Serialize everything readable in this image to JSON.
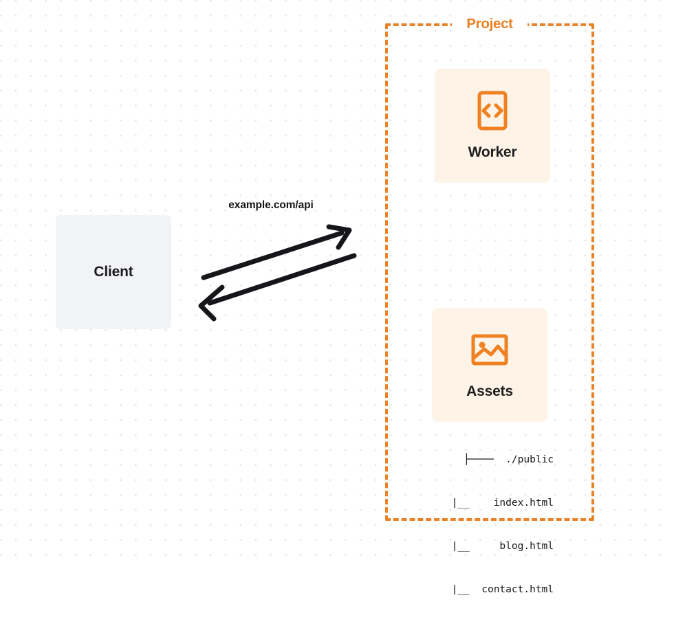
{
  "diagram": {
    "title": "Worker and Assets request flow",
    "background": {
      "style": "dot-grid",
      "dot_color": "#e9e9ec",
      "page_color": "#ffffff"
    },
    "colors": {
      "accent_orange": "#ea8227",
      "card_background": "#fdf3e7",
      "client_background": "#f2f3f5",
      "text_dark": "#1d1d1f",
      "arrow": "#16161a"
    }
  },
  "client": {
    "label": "Client"
  },
  "edge": {
    "label": "example.com/api",
    "request_direction": "client-to-project",
    "response_direction": "project-to-client"
  },
  "project": {
    "title": "Project",
    "border_style": "dashed",
    "nodes": [
      {
        "label": "Worker",
        "icon": "code-brackets-icon"
      },
      {
        "label": "Assets",
        "icon": "image-icon"
      }
    ]
  },
  "file_tree": {
    "rows": [
      "├────  ./public",
      "  |__    index.html",
      "  |__     blog.html",
      "  |__  contact.html"
    ]
  }
}
